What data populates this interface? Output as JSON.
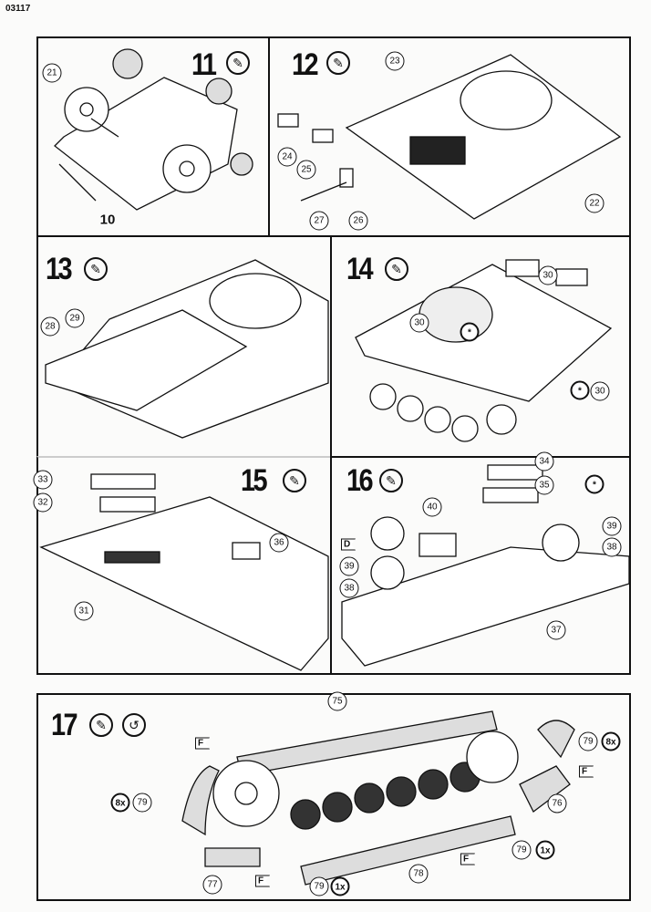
{
  "header": {
    "code": "03117"
  },
  "steps": [
    {
      "number": "11",
      "callouts": [
        "21",
        "10"
      ]
    },
    {
      "number": "12",
      "callouts": [
        "23",
        "24",
        "25",
        "22",
        "27",
        "26"
      ]
    },
    {
      "number": "13",
      "callouts": [
        "28",
        "29"
      ]
    },
    {
      "number": "14",
      "callouts": [
        "30",
        "30",
        "*",
        "*",
        "30"
      ]
    },
    {
      "number": "15",
      "callouts": [
        "33",
        "32",
        "36",
        "31"
      ]
    },
    {
      "number": "16",
      "callouts": [
        "34",
        "35",
        "40",
        "D",
        "39",
        "38",
        "*",
        "39",
        "38",
        "37"
      ]
    },
    {
      "number": "17",
      "callouts": [
        "75",
        "F",
        "8x",
        "79",
        "77",
        "F",
        "79",
        "1x",
        "78",
        "F",
        "79",
        "1x",
        "76",
        "F",
        "79",
        "8x"
      ]
    }
  ]
}
